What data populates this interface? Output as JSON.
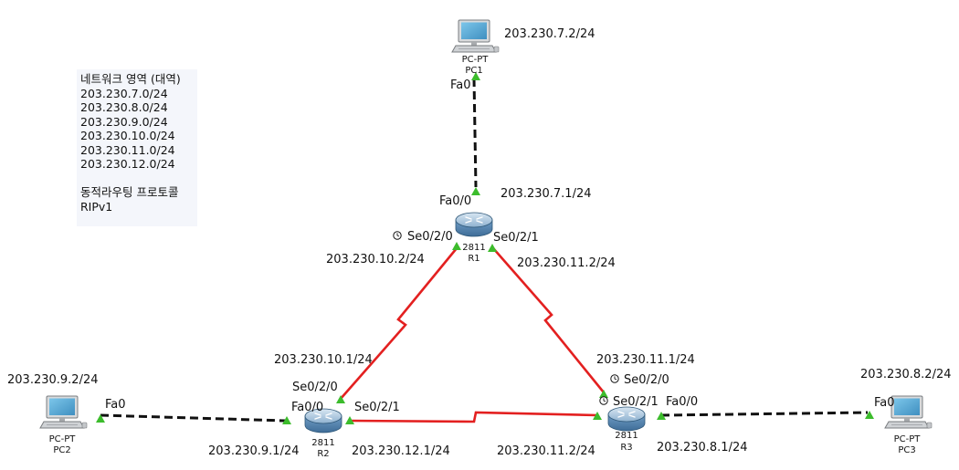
{
  "note": {
    "title": "네트워크 영역 (대역)",
    "networks": [
      "203.230.7.0/24",
      "203.230.8.0/24",
      "203.230.9.0/24",
      "203.230.10.0/24",
      "203.230.11.0/24",
      "203.230.12.0/24"
    ],
    "protocol_title": "동적라우팅 프로토콜",
    "protocol": "RIPv1"
  },
  "devices": {
    "pc1": {
      "model": "PC-PT",
      "name": "PC1",
      "ip": "203.230.7.2/24",
      "port": "Fa0"
    },
    "pc2": {
      "model": "PC-PT",
      "name": "PC2",
      "ip": "203.230.9.2/24",
      "port": "Fa0"
    },
    "pc3": {
      "model": "PC-PT",
      "name": "PC3",
      "ip": "203.230.8.2/24",
      "port": "Fa0"
    },
    "r1": {
      "model": "2811",
      "name": "R1",
      "fa": "Fa0/0",
      "fa_ip": "203.230.7.1/24",
      "se0": "Se0/2/0",
      "se0_ip": "203.230.10.2/24",
      "se1": "Se0/2/1",
      "se1_ip": "203.230.11.2/24"
    },
    "r2": {
      "model": "2811",
      "name": "R2",
      "fa": "Fa0/0",
      "fa_ip": "203.230.9.1/24",
      "se0": "Se0/2/0",
      "se0_ip": "203.230.10.1/24",
      "se1": "Se0/2/1",
      "se1_ip": "203.230.12.1/24"
    },
    "r3": {
      "model": "2811",
      "name": "R3",
      "fa": "Fa0/0",
      "fa_ip": "203.230.8.1/24",
      "se0": "Se0/2/0",
      "se0_ip": "203.230.11.1/24",
      "se1": "Se0/2/1",
      "se1_ip": "203.230.11.2/24"
    }
  },
  "colors": {
    "serial_link": "#e32020",
    "ethernet_link": "#111111",
    "port_up": "#3cbc2c",
    "router_body": "#5e8fb8",
    "pc_screen": "#5aaed8"
  }
}
